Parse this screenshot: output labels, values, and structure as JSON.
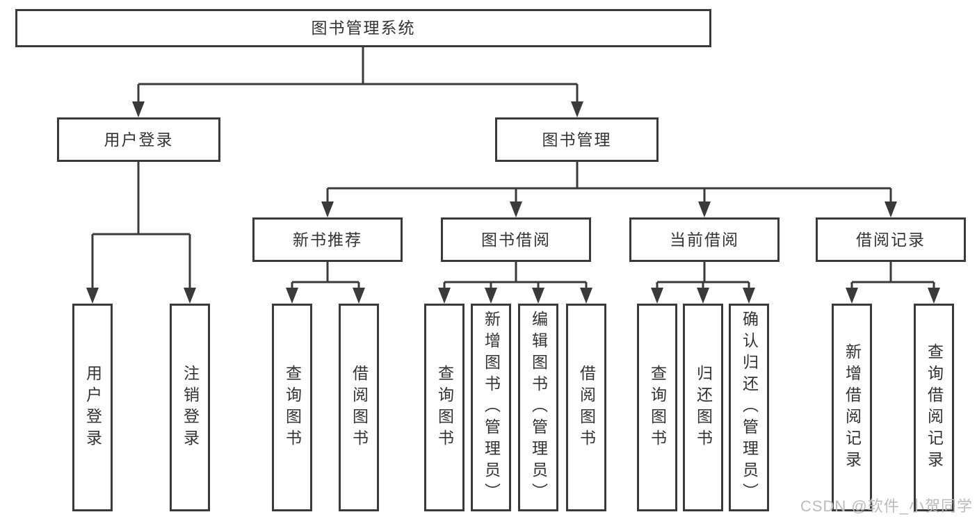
{
  "diagram": {
    "root": {
      "label": "图书管理系统"
    },
    "level1": [
      {
        "label": "用户登录"
      },
      {
        "label": "图书管理"
      }
    ],
    "level2": [
      {
        "label": "新书推荐"
      },
      {
        "label": "图书借阅"
      },
      {
        "label": "当前借阅"
      },
      {
        "label": "借阅记录"
      }
    ],
    "leaves": {
      "user_login": [
        "用户登录",
        "注销登录"
      ],
      "new_books": [
        "查询图书",
        "借阅图书"
      ],
      "book_borrow": [
        "查询图书",
        "新增图书（管理员）",
        "编辑图书（管理员）",
        "借阅图书"
      ],
      "current_borrow": [
        "查询图书",
        "归还图书",
        "确认归还（管理员）"
      ],
      "borrow_records": [
        "新增借阅记录",
        "查询借阅记录"
      ]
    }
  },
  "watermark": {
    "text": "CSDN @软件_小贺同学"
  },
  "colors": {
    "line": "#3a3a3a",
    "text": "#333333",
    "watermark": "#bbbbbb",
    "background": "#ffffff"
  }
}
